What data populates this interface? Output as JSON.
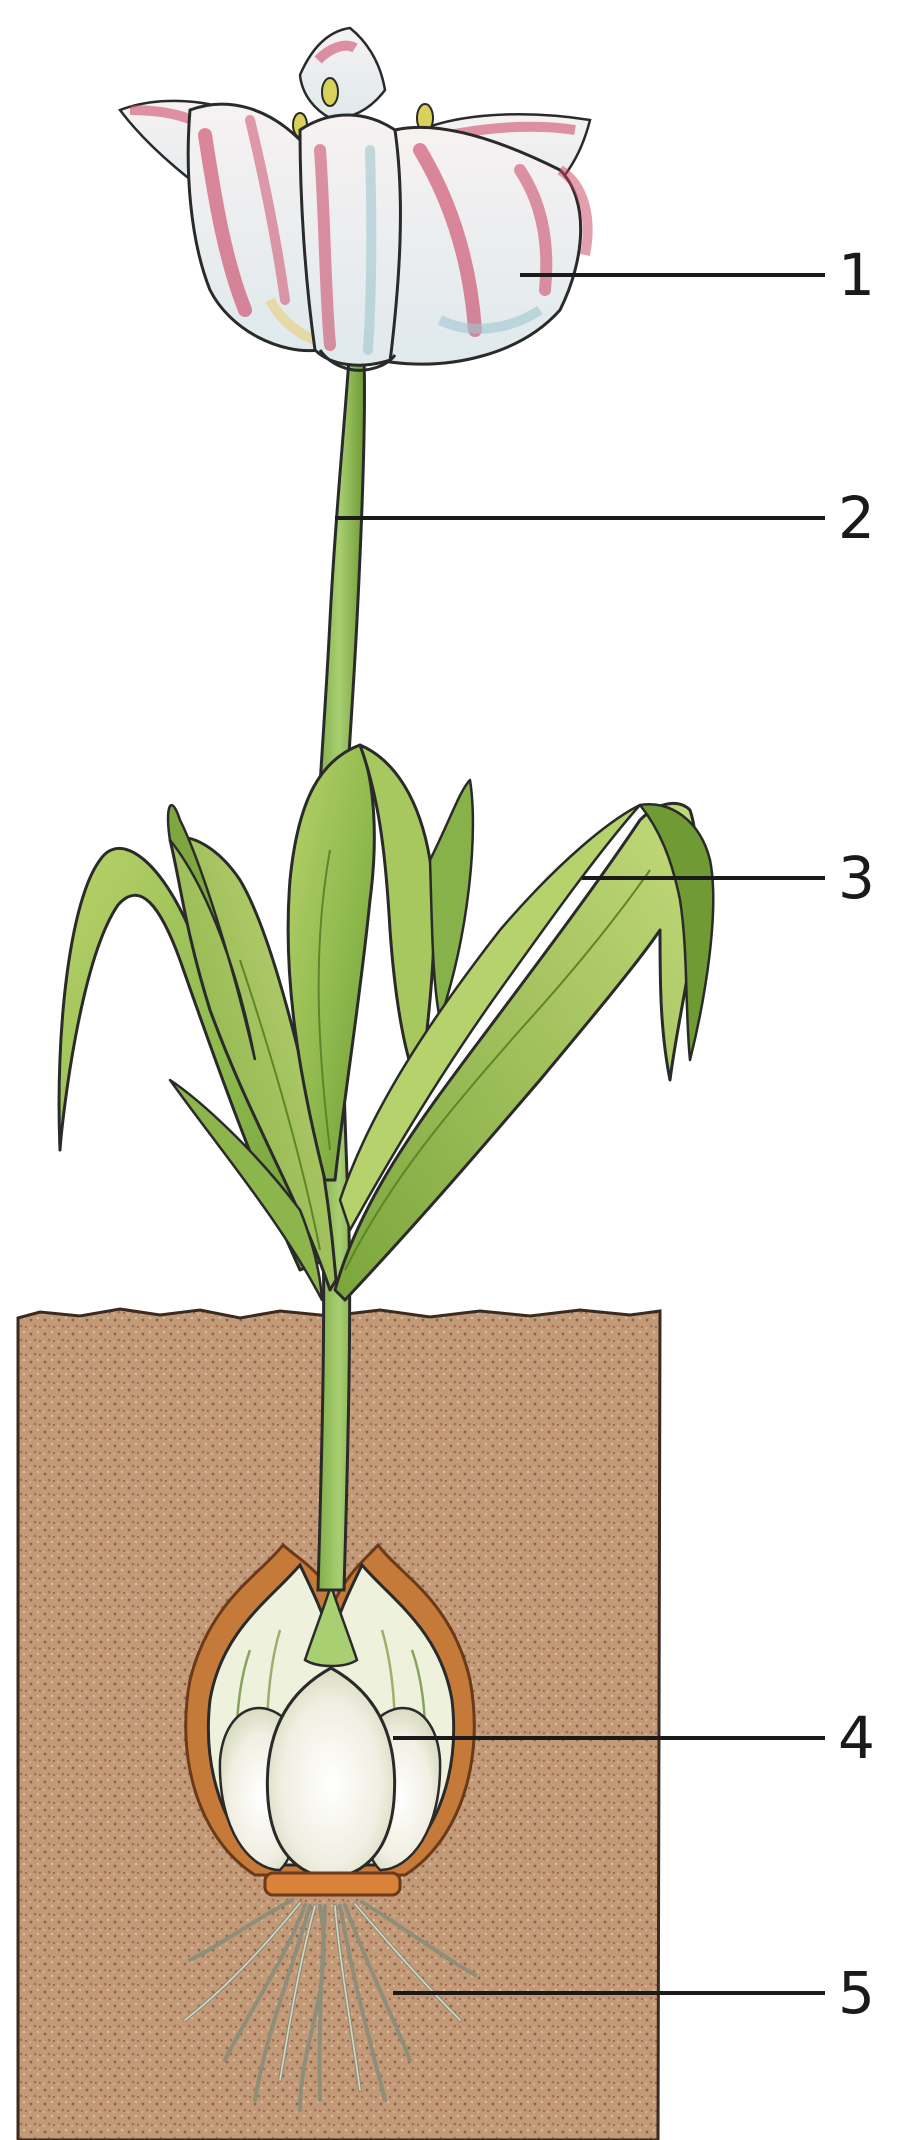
{
  "labels": [
    {
      "id": "flower",
      "text": "1"
    },
    {
      "id": "stem",
      "text": "2"
    },
    {
      "id": "leaf",
      "text": "3"
    },
    {
      "id": "bulb",
      "text": "4"
    },
    {
      "id": "roots",
      "text": "5"
    }
  ],
  "colors": {
    "background": "#ffffff",
    "soil": "#c29a78",
    "leaf": "#9cc35a",
    "leaf_dark": "#6f9a34",
    "stem": "#8fbd57",
    "petal": "#f3f3f0",
    "petal_streak": "#c9405f",
    "bulb_scale": "#f5f2e6",
    "bulb_tunic": "#b86a2e",
    "roots": "#9a9a86",
    "text": "#1a1a1a"
  }
}
